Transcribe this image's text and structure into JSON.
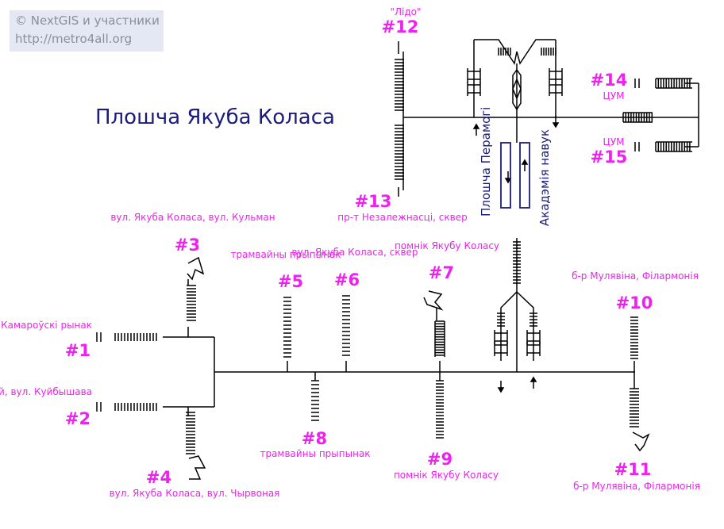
{
  "credit": {
    "line1": "© NextGIS и участники",
    "line2": "http://metro4all.org"
  },
  "station_title": "Плошча Якуба Коласа",
  "platform_labels": {
    "left": "Плошча Перамогі",
    "right": "Акадэмія навук"
  },
  "exits": [
    {
      "id": "exit-1",
      "number": "#1",
      "caption": "вул. В. Харужай, Камароўскі рынак"
    },
    {
      "id": "exit-2",
      "number": "#2",
      "caption": "вул. В. Харужай, вул. Куйбышава"
    },
    {
      "id": "exit-3",
      "number": "#3",
      "caption": "вул. Якуба Коласа, вул. Кульман"
    },
    {
      "id": "exit-4",
      "number": "#4",
      "caption": "вул. Якуба Коласа, вул. Чырвоная"
    },
    {
      "id": "exit-5",
      "number": "#5",
      "caption": "трамвайны прыпынак"
    },
    {
      "id": "exit-6",
      "number": "#6",
      "caption": "вул. Якуба Коласа, сквер"
    },
    {
      "id": "exit-7",
      "number": "#7",
      "caption": "помнік Якубу Коласу"
    },
    {
      "id": "exit-8",
      "number": "#8",
      "caption": "трамвайны прыпынак"
    },
    {
      "id": "exit-9",
      "number": "#9",
      "caption": "помнік Якубу Коласу"
    },
    {
      "id": "exit-10",
      "number": "#10",
      "caption": "б-р Мулявіна, Філармонія"
    },
    {
      "id": "exit-11",
      "number": "#11",
      "caption": "б-р Мулявіна, Філармонія"
    },
    {
      "id": "exit-12",
      "number": "#12",
      "caption": "\"Лідо\""
    },
    {
      "id": "exit-13",
      "number": "#13",
      "caption": "пр-т Незалежнасці, сквер"
    },
    {
      "id": "exit-14",
      "number": "#14",
      "caption": "ЦУМ"
    },
    {
      "id": "exit-15",
      "number": "#15",
      "caption": "ЦУМ"
    }
  ],
  "colors": {
    "exit_label": "#ee22ee",
    "title": "#1c1c7a",
    "platform_outline": "#1c1c7a",
    "lines": "#000000",
    "credit_text": "#8a8f99",
    "credit_background": "#e3e8f4"
  },
  "icons": [
    "stairs-icon",
    "ramp-icon",
    "turnstile-icon",
    "escalator-icon",
    "direction-arrow-icon"
  ]
}
